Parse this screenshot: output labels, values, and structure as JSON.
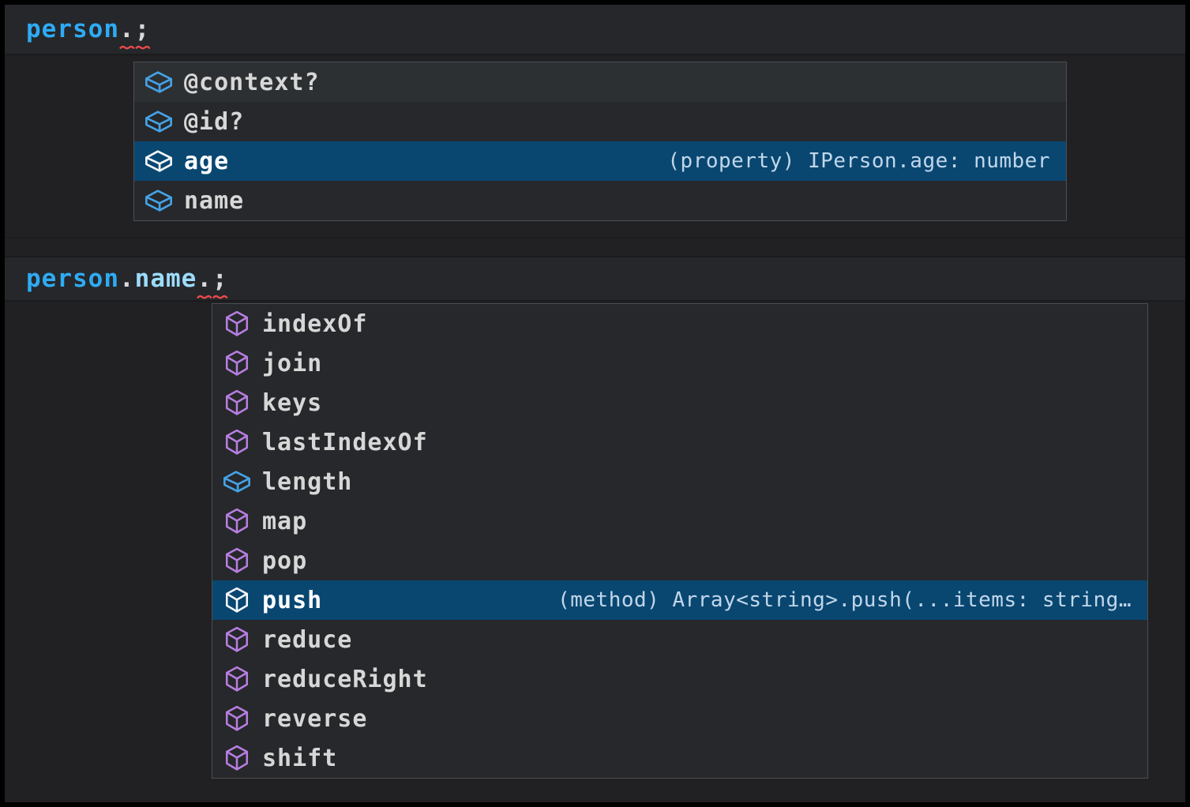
{
  "app": "code-editor-intellisense",
  "colors": {
    "background": "#212124",
    "line_highlight": "#25272a",
    "list_background": "#26282b",
    "selected_background": "#094771",
    "variable_blue": "#2fabf4",
    "property_blue": "#9cdcfe",
    "plain_text": "#d9d9d9",
    "field_icon_blue": "#45a2e6",
    "method_icon_purple": "#b77ee0",
    "squiggle_red": "#ed4b4b"
  },
  "snippet1": {
    "code_tokens": [
      {
        "text": "person",
        "style": "variable",
        "squiggle": false
      },
      {
        "text": ".",
        "style": "plain",
        "squiggle": true
      },
      {
        "text": ";",
        "style": "plain",
        "squiggle": true
      }
    ],
    "suggest": {
      "items": [
        {
          "label": "@context?",
          "kind": "field",
          "state": "hover",
          "hint": ""
        },
        {
          "label": "@id?",
          "kind": "field",
          "state": "",
          "hint": ""
        },
        {
          "label": "age",
          "kind": "field",
          "state": "selected",
          "hint": "(property) IPerson.age: number"
        },
        {
          "label": "name",
          "kind": "field",
          "state": "",
          "hint": ""
        }
      ]
    }
  },
  "snippet2": {
    "code_tokens": [
      {
        "text": "person",
        "style": "variable",
        "squiggle": false
      },
      {
        "text": ".",
        "style": "plain",
        "squiggle": false
      },
      {
        "text": "name",
        "style": "property",
        "squiggle": false
      },
      {
        "text": ".",
        "style": "plain",
        "squiggle": true
      },
      {
        "text": ";",
        "style": "plain",
        "squiggle": true
      }
    ],
    "suggest": {
      "items": [
        {
          "label": "indexOf",
          "kind": "method",
          "state": "",
          "hint": ""
        },
        {
          "label": "join",
          "kind": "method",
          "state": "",
          "hint": ""
        },
        {
          "label": "keys",
          "kind": "method",
          "state": "",
          "hint": ""
        },
        {
          "label": "lastIndexOf",
          "kind": "method",
          "state": "",
          "hint": ""
        },
        {
          "label": "length",
          "kind": "field",
          "state": "",
          "hint": ""
        },
        {
          "label": "map",
          "kind": "method",
          "state": "",
          "hint": ""
        },
        {
          "label": "pop",
          "kind": "method",
          "state": "",
          "hint": ""
        },
        {
          "label": "push",
          "kind": "method",
          "state": "selected",
          "hint": "(method) Array<string>.push(...items: string…"
        },
        {
          "label": "reduce",
          "kind": "method",
          "state": "",
          "hint": ""
        },
        {
          "label": "reduceRight",
          "kind": "method",
          "state": "",
          "hint": ""
        },
        {
          "label": "reverse",
          "kind": "method",
          "state": "",
          "hint": ""
        },
        {
          "label": "shift",
          "kind": "method",
          "state": "",
          "hint": ""
        }
      ]
    }
  }
}
